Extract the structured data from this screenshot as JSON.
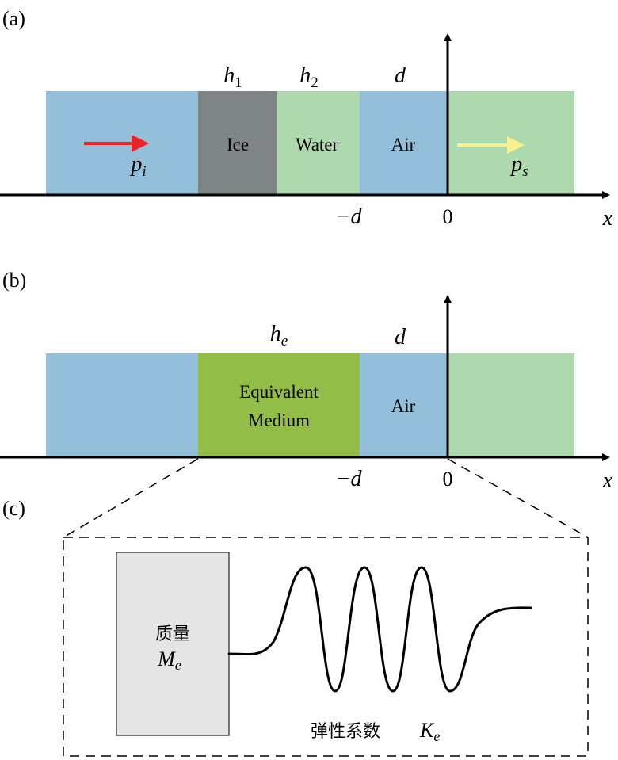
{
  "colors": {
    "blue_medium": "#93BFDB",
    "green_medium": "#AED9AF",
    "ice": "#7F8487",
    "equivalent": "#92BE48",
    "mass_box": "#E5E5E5",
    "incident_arrow": "#E8242A",
    "scattered_arrow": "#F6F28C",
    "axis": "#000000"
  },
  "panel_a": {
    "label": "(a)",
    "h1": {
      "base": "h",
      "sub": "1"
    },
    "h2": {
      "base": "h",
      "sub": "2"
    },
    "d": "d",
    "ice": "Ice",
    "water": "Water",
    "air": "Air",
    "p_i": {
      "base": "p",
      "sub": "i"
    },
    "p_s": {
      "base": "p",
      "sub": "s"
    },
    "minus_d": "−d",
    "zero": "0",
    "x": "x"
  },
  "panel_b": {
    "label": "(b)",
    "he": {
      "base": "h",
      "sub": "e"
    },
    "d": "d",
    "equivalent_line1": "Equivalent",
    "equivalent_line2": "Medium",
    "air": "Air",
    "minus_d": "−d",
    "zero": "0",
    "x": "x"
  },
  "panel_c": {
    "label": "(c)",
    "mass_label": "质量",
    "mass_symbol": {
      "base": "M",
      "sub": "e"
    },
    "spring_label": "弹性系数",
    "spring_symbol": {
      "base": "K",
      "sub": "e"
    }
  }
}
